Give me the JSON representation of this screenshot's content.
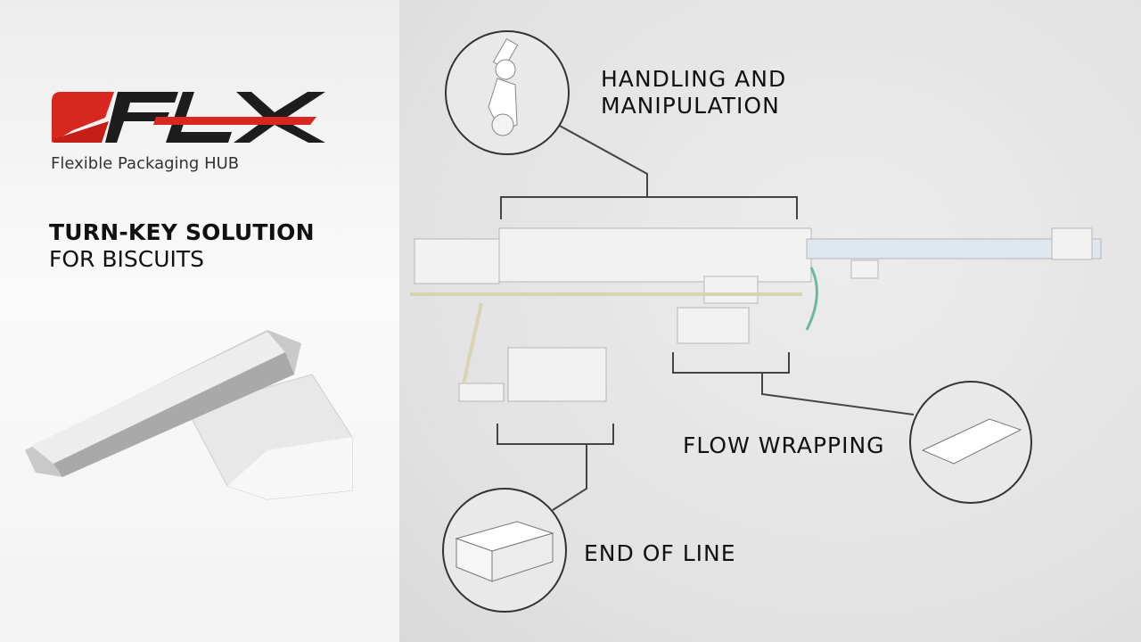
{
  "brand": {
    "logo_text": "FLX",
    "tagline": "Flexible Packaging HUB",
    "colors": {
      "red": "#d8271e",
      "dark": "#1d1d1d"
    }
  },
  "headline": {
    "line1": "TURN-KEY SOLUTION",
    "line2": "FOR BISCUITS"
  },
  "sections": [
    {
      "label_line1": "HANDLING AND",
      "label_line2": "MANIPULATION",
      "icon": "robot-gripper-icon"
    },
    {
      "label": "FLOW WRAPPING",
      "icon": "flow-pack-icon"
    },
    {
      "label": "END OF LINE",
      "icon": "carton-box-icon"
    }
  ]
}
